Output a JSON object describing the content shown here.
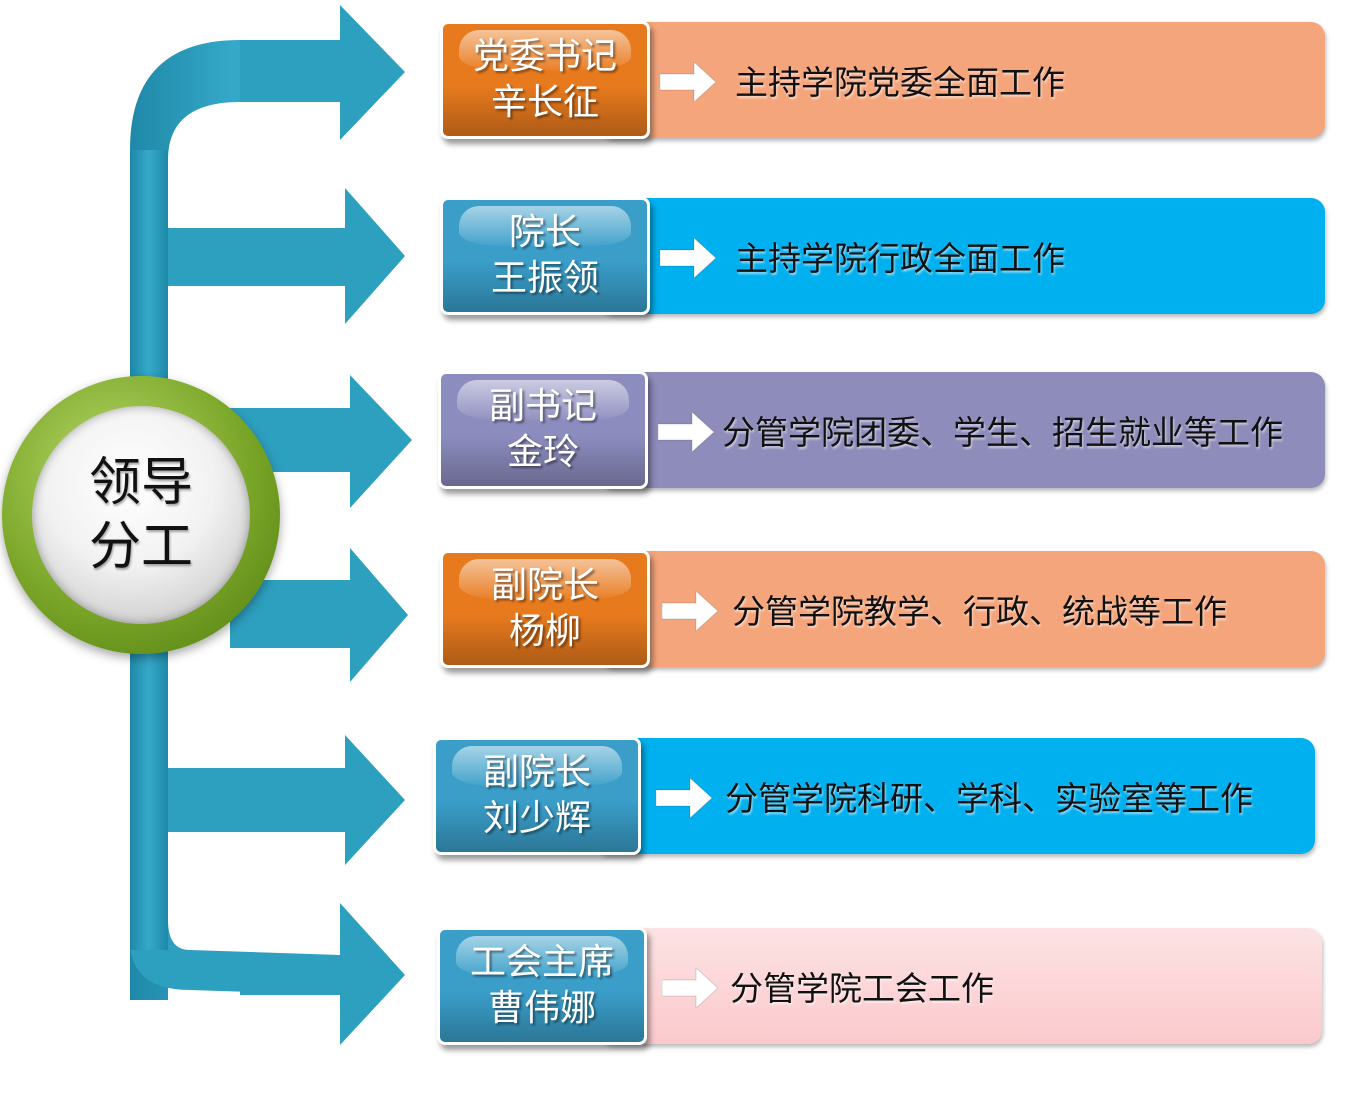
{
  "center": {
    "line1": "领导",
    "line2": "分工"
  },
  "rows": [
    {
      "title": "党委书记",
      "name": "辛长征",
      "desc": "主持学院党委全面工作",
      "box_color": "#e87a1e",
      "bar_color": "#f4a57b"
    },
    {
      "title": "院长",
      "name": "王振领",
      "desc": "主持学院行政全面工作",
      "box_color": "#3a9ec9",
      "bar_color": "#00b0ef"
    },
    {
      "title": "副书记",
      "name": "金玲",
      "desc": "分管学院团委、学生、招生就业等工作",
      "box_color": "#8c8cbf",
      "bar_color": "#8e8cba"
    },
    {
      "title": "副院长",
      "name": "杨柳",
      "desc": "分管学院教学、行政、统战等工作",
      "box_color": "#e87a1e",
      "bar_color": "#f4a57b"
    },
    {
      "title": "副院长",
      "name": "刘少辉",
      "desc": "分管学院科研、学科、实验室等工作",
      "box_color": "#3a9ec9",
      "bar_color": "#00b0ef"
    },
    {
      "title": "工会主席",
      "name": "曹伟娜",
      "desc": "分管学院工会工作",
      "box_color": "#3a9ec9",
      "bar_color": "#fbc9cc"
    }
  ],
  "colors": {
    "connector": "#2d9fbf",
    "center_ring": "#7aa628"
  }
}
